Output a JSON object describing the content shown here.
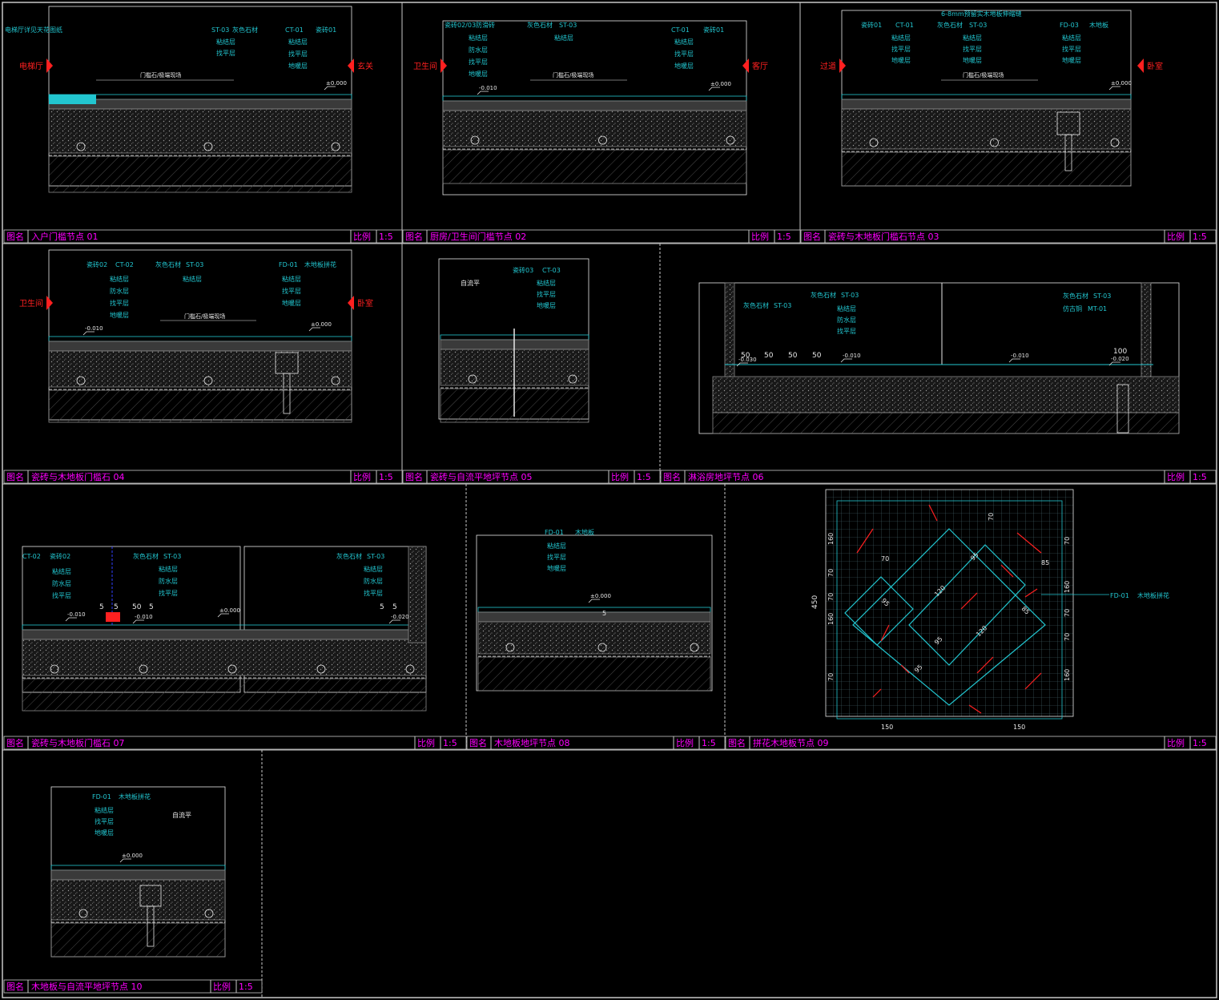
{
  "colors": {
    "bg": "#000000",
    "frame": "#c8c8c8",
    "cyan": "#22c6d0",
    "magenta": "#ff00ff",
    "red": "#ff2020",
    "grey": "#8a8a8a",
    "white": "#e8e8e8"
  },
  "labels": {
    "name": "图名",
    "scale": "比例"
  },
  "panels": [
    {
      "title": "入户门槛节点 01",
      "scale": "1:5",
      "texts": [
        "电梯厅详见天花图纸",
        "ST-03",
        "灰色石材",
        "CT-01",
        "瓷砖01",
        "粘结层",
        "找平层",
        "粘结层",
        "找平层",
        "地暖层",
        "门槛石/极端现场",
        "±0.000"
      ],
      "rooms": [
        "电梯厅",
        "玄关"
      ]
    },
    {
      "title": "厨房/卫生间门槛节点 02",
      "scale": "1:5",
      "texts": [
        "瓷砖02/03防滑砖",
        "灰色石材",
        "ST-03",
        "CT-01",
        "瓷砖01",
        "粘结层",
        "防水层",
        "找平层",
        "地暖层",
        "粘结层",
        "找平层",
        "地暖层",
        "门槛石/极端现场",
        "-0.010",
        "±0.000"
      ],
      "rooms": [
        "卫生间",
        "客厅"
      ]
    },
    {
      "title": "瓷砖与木地板门槛石节点 03",
      "scale": "1:5",
      "texts": [
        "6-8mm预留实木地板伸缩缝",
        "瓷砖01",
        "CT-01",
        "灰色石材",
        "ST-03",
        "FD-03",
        "木地板",
        "粘结层",
        "找平层",
        "地暖层",
        "粘结层",
        "找平层",
        "地暖层",
        "粘结层",
        "找平层",
        "地暖层",
        "门槛石/极端现场",
        "±0.000"
      ],
      "rooms": [
        "过道",
        "卧室"
      ]
    },
    {
      "title": "瓷砖与木地板门槛石 04",
      "scale": "1:5",
      "texts": [
        "瓷砖02",
        "CT-02",
        "灰色石材",
        "ST-03",
        "FD-01",
        "木地板拼花",
        "粘结层",
        "防水层",
        "找平层",
        "地暖层",
        "粘结层",
        "粘结层",
        "找平层",
        "地暖层",
        "门槛石/极端现场",
        "-0.010",
        "±0.000"
      ],
      "rooms": [
        "卫生间",
        "卧室"
      ]
    },
    {
      "title": "瓷砖与自流平地坪节点 05",
      "scale": "1:5",
      "texts": [
        "瓷砖03",
        "CT-03",
        "自流平",
        "粘结层",
        "找平层",
        "地暖层"
      ]
    },
    {
      "title": "淋浴房地坪节点 06",
      "scale": "1:5",
      "texts": [
        "灰色石材",
        "ST-03",
        "灰色石材",
        "ST-03",
        "粘结层",
        "防水层",
        "找平层",
        "灰色石材",
        "ST-03",
        "仿古铜",
        "MT-01",
        "50",
        "50",
        "50",
        "50",
        "-0.010",
        "-0.030",
        "-0.010",
        "-0.020",
        "100"
      ]
    },
    {
      "title": "瓷砖与木地板门槛石 07",
      "scale": "1:5",
      "texts": [
        "CT-02",
        "瓷砖02",
        "粘结层",
        "防水层",
        "找平层",
        "灰色石材",
        "ST-03",
        "粘结层",
        "防水层",
        "找平层",
        "灰色石材",
        "ST-03",
        "粘结层",
        "防水层",
        "找平层",
        "5",
        "5",
        "50",
        "5",
        "5",
        "5",
        "-0.010",
        "-0.010",
        "±0.000",
        "-0.020"
      ]
    },
    {
      "title": "木地板地坪节点 08",
      "scale": "1:5",
      "texts": [
        "FD-01",
        "木地板",
        "粘结层",
        "找平层",
        "地暖层",
        "±0.000",
        "5"
      ]
    },
    {
      "title": "拼花木地板节点  09",
      "scale": "1:5",
      "texts": [
        "FD-01",
        "木地板拼花",
        "450",
        "160",
        "70",
        "70",
        "160",
        "70",
        "70",
        "160",
        "70",
        "70",
        "160",
        "70",
        "95",
        "95",
        "95",
        "95",
        "120",
        "120",
        "85",
        "85",
        "150",
        "150"
      ]
    },
    {
      "title": "木地板与自流平地坪节点 10",
      "scale": "1:5",
      "texts": [
        "FD-01",
        "木地板拼花",
        "粘结层",
        "找平层",
        "地暖层",
        "自流平",
        "±0.000"
      ]
    }
  ]
}
